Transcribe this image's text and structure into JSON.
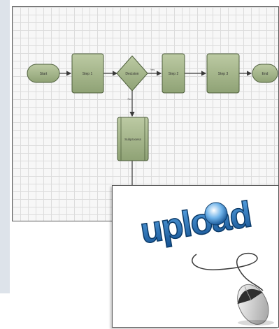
{
  "diagram": {
    "start_label": "Start",
    "step1_label": "Step 1",
    "decision_label": "Decision",
    "step2_label": "Step 2",
    "step3_label": "Step 3",
    "end_label": "End",
    "subprocess_label": "Subprocess",
    "yes_label": "Yes",
    "no_label": "No",
    "colors": {
      "shape_fill": "#a6b98a",
      "shape_stroke": "#4d5e3b",
      "arrow": "#3a3a3a",
      "grid": "#dcdcdc"
    }
  },
  "upload_image": {
    "word": "upload",
    "colors": {
      "word": "#1f6fb8",
      "word_outline": "#0b3a68",
      "mouse": "#d9d9d9",
      "mouse_button": "#303030"
    }
  }
}
